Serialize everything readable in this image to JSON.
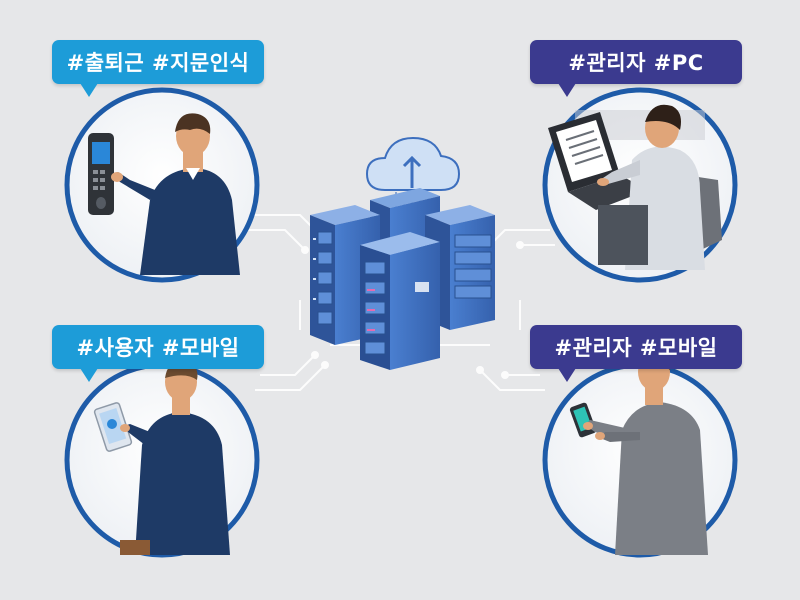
{
  "tags": {
    "top_left": "#출퇴근 #지문인식",
    "top_right": "#관리자 #PC",
    "bottom_left": "#사용자 #모바일",
    "bottom_right": "#관리자 #모바일"
  },
  "colors": {
    "background": "#e6e7e9",
    "user_tag": "#1d9cd8",
    "admin_tag": "#3b3a8f",
    "circle_border": "#1e5ba8",
    "server": "#3f6fbe"
  },
  "icons": [
    "cloud-upload-icon",
    "server-rack-icon",
    "fingerprint-reader-icon",
    "laptop-icon",
    "smartphone-icon"
  ]
}
